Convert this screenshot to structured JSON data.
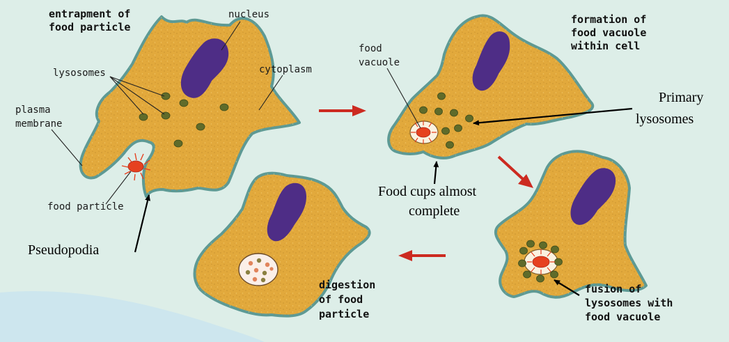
{
  "colors": {
    "background": "#ddeee8",
    "cytoplasm": "#e2a93c",
    "membrane": "#5d9a95",
    "nucleus": "#4e2d86",
    "lysosome": "#5f6b2a",
    "food_particle": "#e6411f",
    "process_arrow": "#cc2a20",
    "water": "#bfe0f2"
  },
  "stages": [
    {
      "title_lines": [
        "entrapment of",
        "food particle"
      ]
    },
    {
      "title_lines": [
        "formation of",
        "food vacuole",
        "within cell"
      ]
    },
    {
      "title_lines": [
        "fusion of",
        "lysosomes with",
        "food vacuole"
      ]
    },
    {
      "title_lines": [
        "digestion",
        "of food",
        "particle"
      ]
    }
  ],
  "labels": {
    "nucleus": "nucleus",
    "lysosomes": "lysosomes",
    "cytoplasm": "cytoplasm",
    "plasma_membrane_lines": [
      "plasma",
      "membrane"
    ],
    "food_particle": "food particle",
    "food_vacuole_lines": [
      "food",
      "vacuole"
    ]
  },
  "annotations": {
    "primary_lysosomes_lines": [
      "Primary",
      "lysosomes"
    ],
    "food_cups_lines": [
      "Food cups almost",
      "complete"
    ],
    "pseudopodia": "Pseudopodia"
  }
}
